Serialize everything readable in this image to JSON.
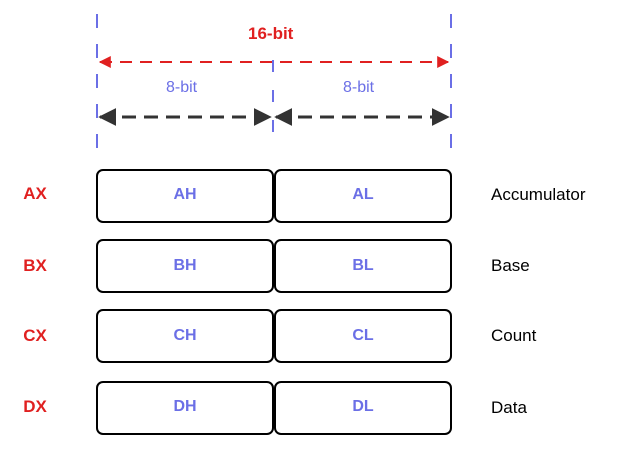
{
  "title": "16-bit",
  "half_label_left": "8-bit",
  "half_label_right": "8-bit",
  "registers": [
    {
      "name": "AX",
      "high": "AH",
      "low": "AL",
      "description": "Accumulator"
    },
    {
      "name": "BX",
      "high": "BH",
      "low": "BL",
      "description": "Base"
    },
    {
      "name": "CX",
      "high": "CH",
      "low": "CL",
      "description": "Count"
    },
    {
      "name": "DX",
      "high": "DH",
      "low": "DL",
      "description": "Data"
    }
  ],
  "colors": {
    "red": "#e02020",
    "blue": "#6b6fe6",
    "guide": "#6b6fe6",
    "arrow_dark": "#333333",
    "box_border": "#000000"
  }
}
